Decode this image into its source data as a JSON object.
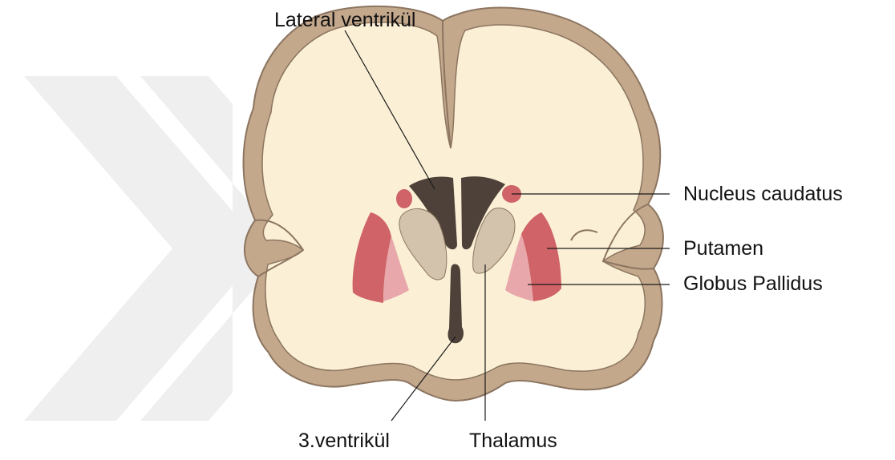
{
  "labels": {
    "lateral_ventricle": "Lateral ventrikül",
    "nucleus_caudatus": "Nucleus caudatus",
    "putamen": "Putamen",
    "globus_pallidus": "Globus Pallidus",
    "third_ventricle": "3.ventrikül",
    "thalamus": "Thalamus"
  },
  "colors": {
    "cortex": "#c3a88c",
    "cortex_outline": "#8c7560",
    "white_matter": "#fbf0d5",
    "ventricle": "#4e4139",
    "thalamus": "#d3c3ad",
    "putamen": "#cf6367",
    "globus_pallidus": "#e8a7ab",
    "watermark": "#efefef"
  }
}
